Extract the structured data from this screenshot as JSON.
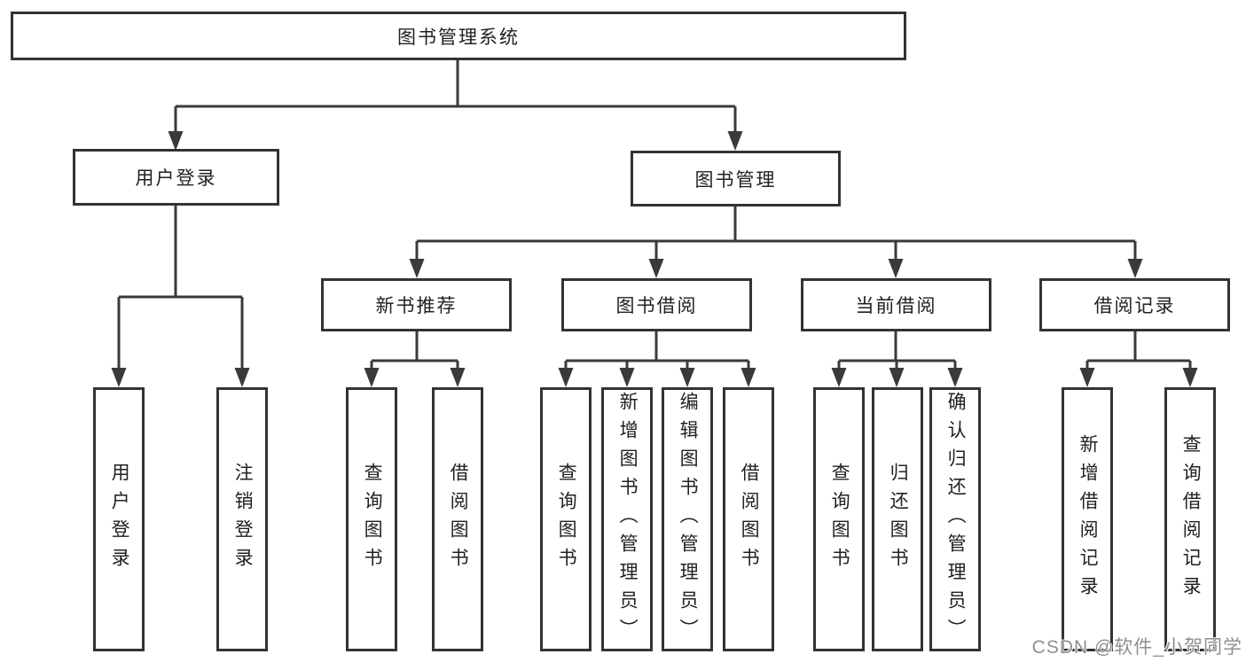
{
  "diagram": {
    "root": {
      "label": "图书管理系统"
    },
    "level2": [
      {
        "label": "用户登录"
      },
      {
        "label": "图书管理"
      }
    ],
    "level3": [
      {
        "label": "新书推荐"
      },
      {
        "label": "图书借阅"
      },
      {
        "label": "当前借阅"
      },
      {
        "label": "借阅记录"
      }
    ],
    "level4": {
      "user_login_children": [
        {
          "label": "用户登录"
        },
        {
          "label": "注销登录"
        }
      ],
      "new_book_children": [
        {
          "label": "查询图书"
        },
        {
          "label": "借阅图书"
        }
      ],
      "book_borrow_children": [
        {
          "label": "查询图书"
        },
        {
          "label": "新增图书（管理员）"
        },
        {
          "label": "编辑图书（管理员）"
        },
        {
          "label": "借阅图书"
        }
      ],
      "current_borrow_children": [
        {
          "label": "查询图书"
        },
        {
          "label": "归还图书"
        },
        {
          "label": "确认归还（管理员）"
        }
      ],
      "borrow_record_children": [
        {
          "label": "新增借阅记录"
        },
        {
          "label": "查询借阅记录"
        }
      ]
    }
  },
  "watermark": {
    "text": "CSDN @软件_小贺同学"
  },
  "colors": {
    "background": "#ffffff",
    "box_border": "#333333",
    "line": "#3a3a3a",
    "text": "#212121",
    "watermark": "#8f8f8f"
  }
}
